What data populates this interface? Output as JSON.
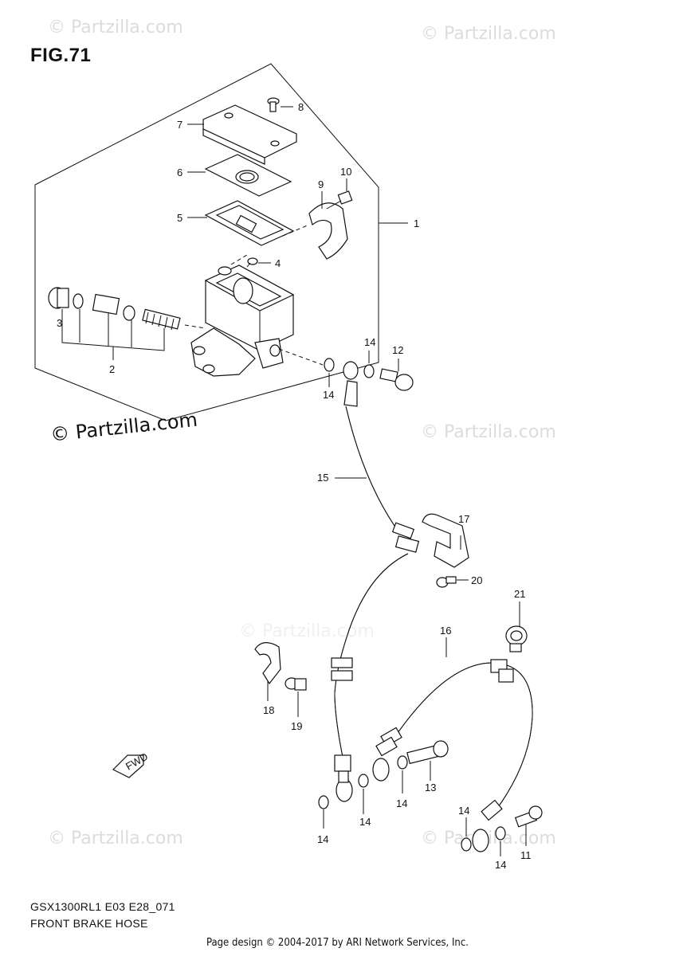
{
  "figure_title": "FIG.71",
  "watermarks": [
    "© Partzilla.com",
    "© Partzilla.com",
    "© Partzilla.com",
    "© Partzilla.com",
    "© Partzilla.com",
    "© Partzilla.com"
  ],
  "watermark_strong": "© Partzilla.com",
  "callouts": {
    "c1": "1",
    "c2": "2",
    "c3": "3",
    "c4": "4",
    "c5": "5",
    "c6": "6",
    "c7": "7",
    "c8": "8",
    "c9": "9",
    "c10": "10",
    "c11": "11",
    "c12": "12",
    "c13": "13",
    "c14a": "14",
    "c14b": "14",
    "c14c": "14",
    "c14d": "14",
    "c14e": "14",
    "c14f": "14",
    "c14g": "14",
    "c15": "15",
    "c16": "16",
    "c17": "17",
    "c18": "18",
    "c19": "19",
    "c20": "20",
    "c21": "21"
  },
  "fwd_label": "FWD",
  "model_code": "GSX1300RL1 E03 E28_071",
  "diagram_name": "FRONT BRAKE HOSE",
  "footer": "Page design © 2004-2017 by ARI Network Services, Inc."
}
